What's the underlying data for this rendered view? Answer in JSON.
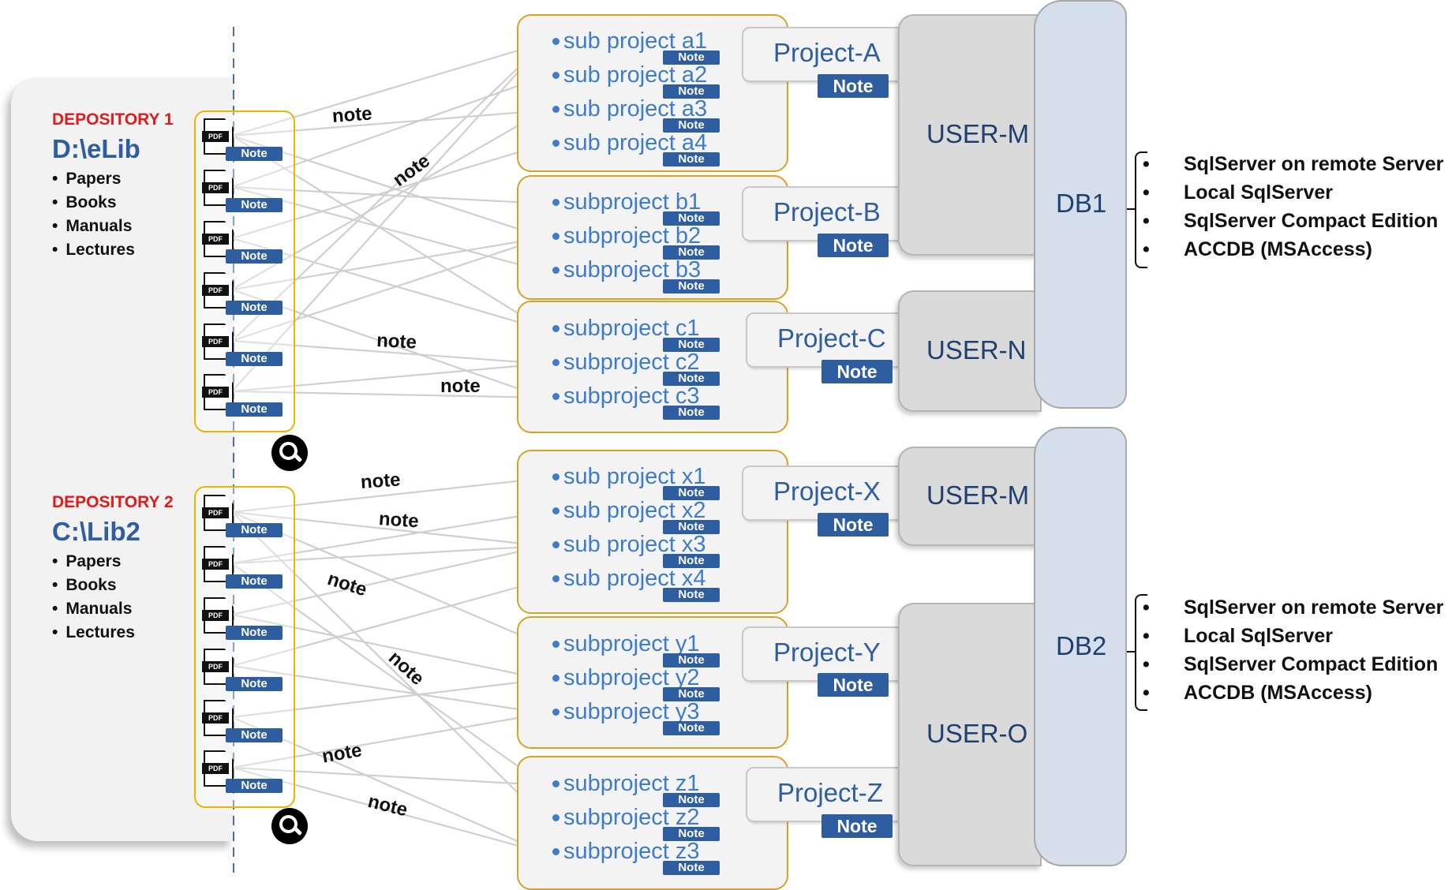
{
  "depositories": [
    {
      "title": "DEPOSITORY 1",
      "path": "D:\\eLib",
      "items": [
        "Papers",
        "Books",
        "Manuals",
        "Lectures"
      ]
    },
    {
      "title": "DEPOSITORY 2",
      "path": "C:\\Lib2",
      "items": [
        "Papers",
        "Books",
        "Manuals",
        "Lectures"
      ]
    }
  ],
  "pdf_icon_label": "PDF",
  "note_label": "Note",
  "edge_label": "note",
  "groups": [
    {
      "project": "Project-A",
      "subprojects": [
        "sub project a1",
        "sub project a2",
        "sub project a3",
        "sub project a4"
      ]
    },
    {
      "project": "Project-B",
      "subprojects": [
        "subproject b1",
        "subproject b2",
        "subproject b3"
      ]
    },
    {
      "project": "Project-C",
      "subprojects": [
        "subproject c1",
        "subproject c2",
        "subproject c3"
      ]
    },
    {
      "project": "Project-X",
      "subprojects": [
        "sub project x1",
        "sub project x2",
        "sub project x3",
        "sub project x4"
      ]
    },
    {
      "project": "Project-Y",
      "subprojects": [
        "subproject y1",
        "subproject y2",
        "subproject y3"
      ]
    },
    {
      "project": "Project-Z",
      "subprojects": [
        "subproject z1",
        "subproject z2",
        "subproject z3"
      ]
    }
  ],
  "users": [
    "USER-M",
    "USER-N",
    "USER-M",
    "USER-O"
  ],
  "databases": [
    {
      "name": "DB1",
      "options": [
        "SqlServer on remote Server",
        "Local SqlServer",
        "SqlServer Compact Edition",
        "ACCDB (MSAccess)"
      ]
    },
    {
      "name": "DB2",
      "options": [
        "SqlServer on remote Server",
        "Local SqlServer",
        "SqlServer Compact Edition",
        "ACCDB (MSAccess)"
      ]
    }
  ]
}
